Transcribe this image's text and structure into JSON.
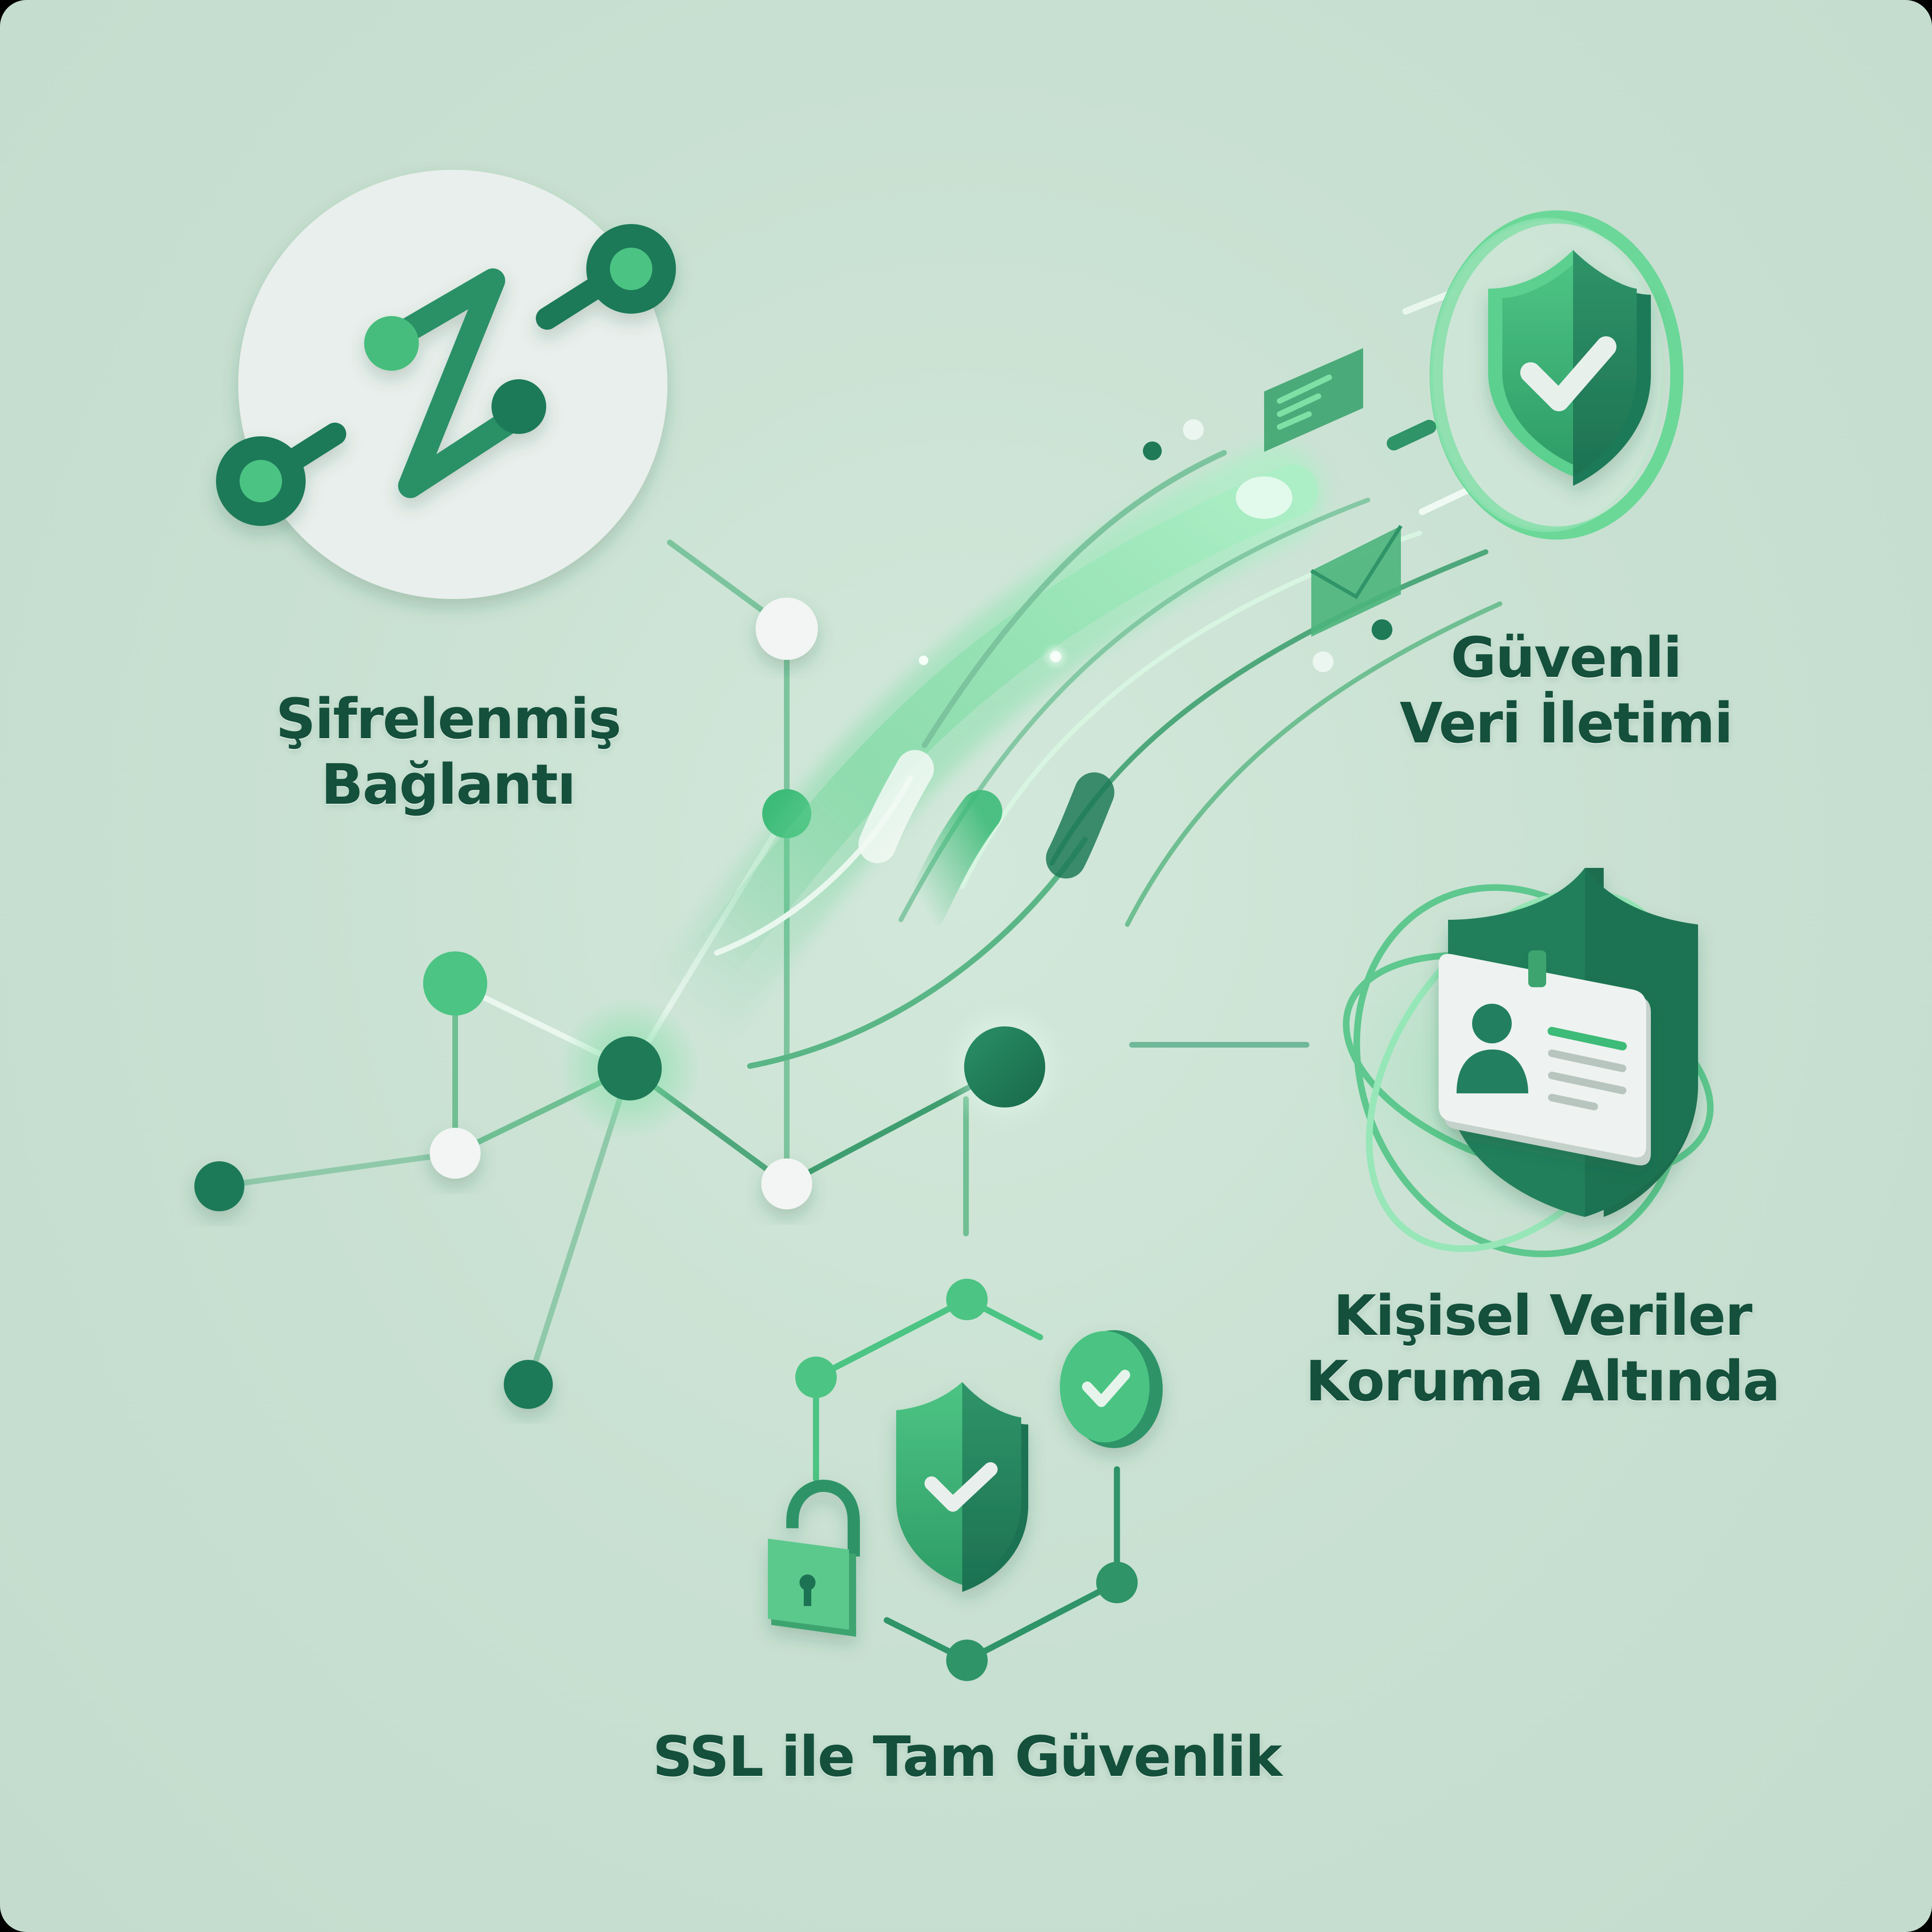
{
  "illustration": {
    "theme": "SSL / data security infographic",
    "colors": {
      "background": "#c8e0d1",
      "text": "#14503c",
      "dark_green": "#1f7a58",
      "mid_green": "#3dbb78",
      "light_green": "#6fd79a",
      "white_node": "#f2f5f3"
    }
  },
  "features": [
    {
      "id": "encrypted-connection",
      "icon": "encrypted-link-icon",
      "lines": [
        "Şifrelenmiş",
        "Bağlantı"
      ]
    },
    {
      "id": "secure-data-transfer",
      "icon": "shield-check-icon",
      "lines": [
        "Güvenli",
        "Veri İletimi"
      ]
    },
    {
      "id": "personal-data-protected",
      "icon": "id-card-shield-icon",
      "lines": [
        "Kişisel Veriler",
        "Koruma Altında"
      ]
    },
    {
      "id": "ssl-full-security",
      "icon": "lock-shield-network-icon",
      "lines": [
        "SSL ile Tam Güvenlik"
      ]
    }
  ]
}
